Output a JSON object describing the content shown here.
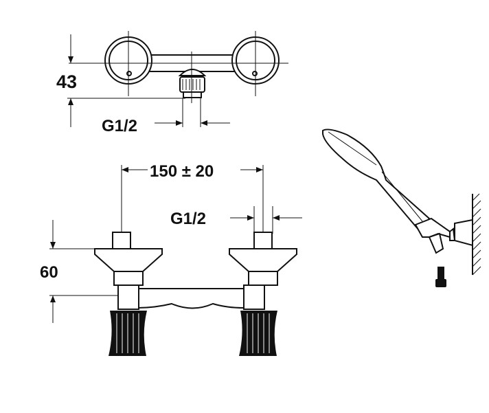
{
  "dimensions": {
    "top_height": "43",
    "top_thread": "G1/2",
    "center_distance": "150 ± 20",
    "front_thread": "G1/2",
    "front_height": "60"
  },
  "colors": {
    "line": "#111111",
    "background": "#ffffff"
  }
}
